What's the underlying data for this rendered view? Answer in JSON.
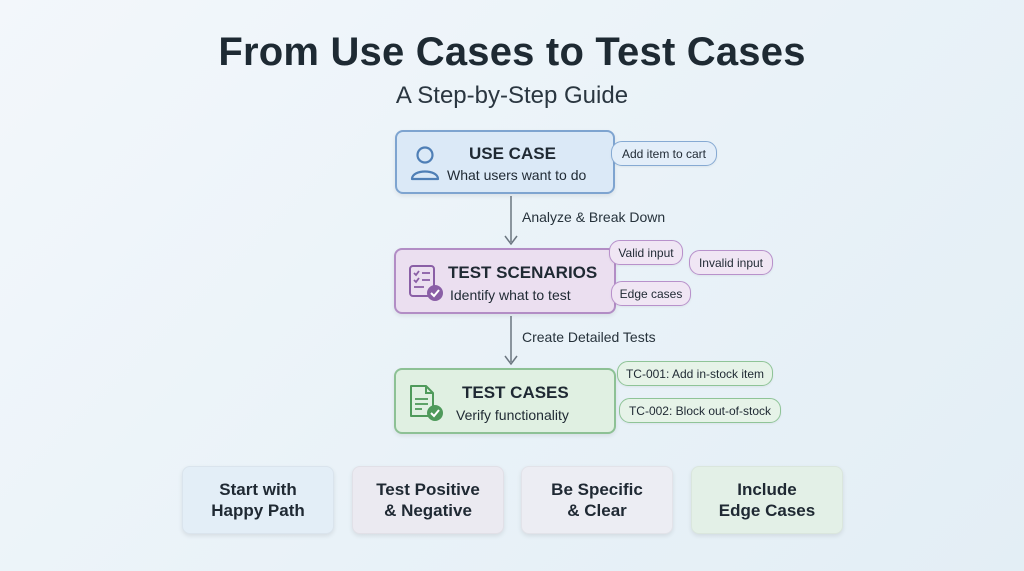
{
  "header": {
    "title": "From Use Cases to Test Cases",
    "subtitle": "A Step-by-Step Guide"
  },
  "steps": [
    {
      "title": "USE CASE",
      "subtitle": "What users want to do",
      "icon": "user-icon",
      "color": "#dbe9f7",
      "bubbles": [
        "Add item to cart"
      ]
    },
    {
      "title": "TEST SCENARIOS",
      "subtitle": "Identify what to test",
      "icon": "checklist-icon",
      "color": "#ebdff0",
      "bubbles": [
        "Valid input",
        "Invalid input",
        "Edge cases"
      ]
    },
    {
      "title": "TEST CASES",
      "subtitle": "Verify functionality",
      "icon": "document-check-icon",
      "color": "#e0f0e2",
      "bubbles": [
        "TC-001: Add in-stock item",
        "TC-002: Block out-of-stock"
      ]
    }
  ],
  "arrows": [
    {
      "label": "Analyze & Break Down"
    },
    {
      "label": "Create Detailed Tests"
    }
  ],
  "tips": [
    {
      "line1": "Start with",
      "line2": "Happy Path",
      "color": "#e3eef7"
    },
    {
      "line1": "Test Positive",
      "line2": "& Negative",
      "color": "#ebeaf1"
    },
    {
      "line1": "Be Specific",
      "line2": "& Clear",
      "color": "#ecedf3"
    },
    {
      "line1": "Include",
      "line2": "Edge Cases",
      "color": "#e3f0e7"
    }
  ]
}
